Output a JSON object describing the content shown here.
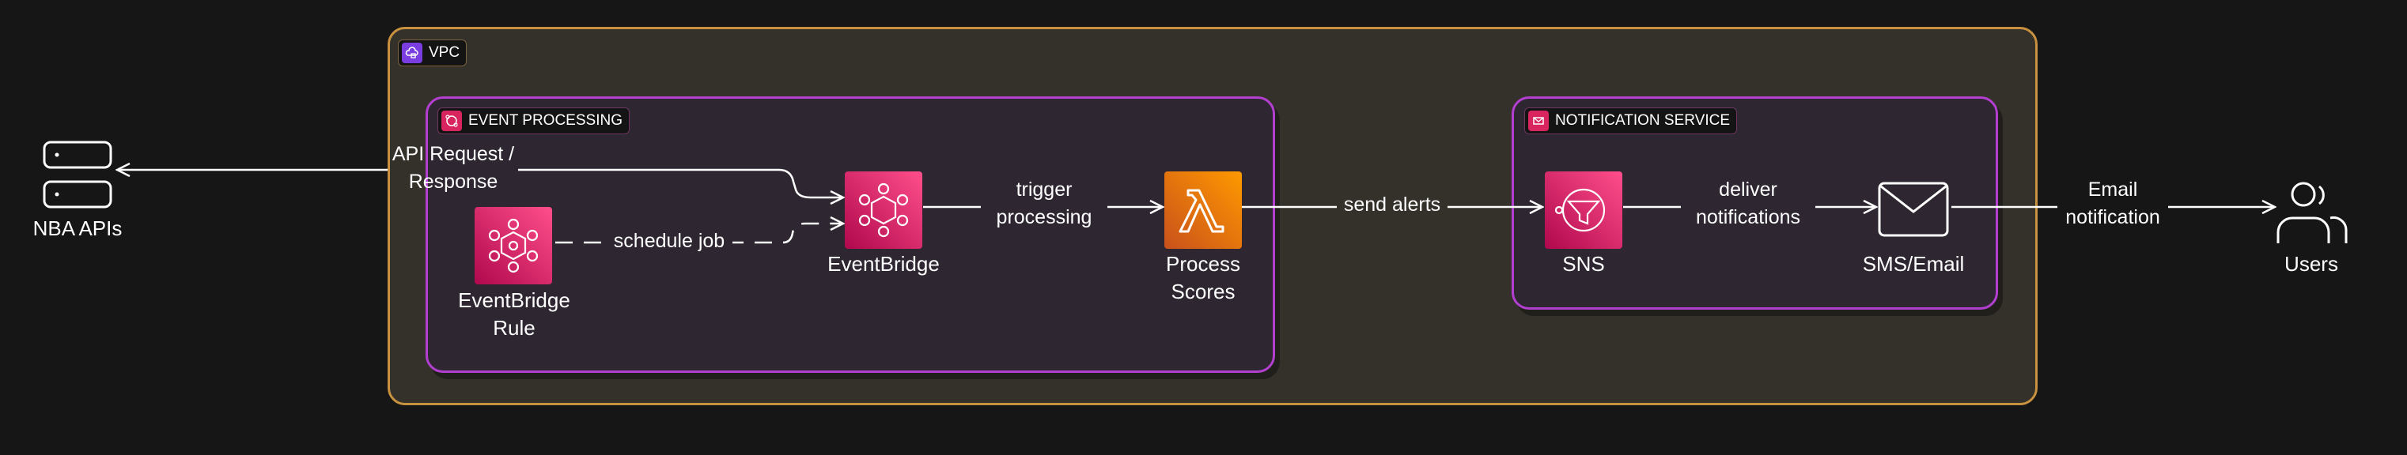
{
  "containers": {
    "vpc": "VPC",
    "event_processing": "EVENT PROCESSING",
    "notification_service": "NOTIFICATION SERVICE"
  },
  "nodes": {
    "nba_apis": "NBA APIs",
    "eventbridge_rule": "EventBridge\nRule",
    "eventbridge": "EventBridge",
    "process_scores": "Process\nScores",
    "sns": "SNS",
    "sms_email": "SMS/Email",
    "users": "Users"
  },
  "edges": {
    "api": "API Request /\nResponse",
    "schedule": "schedule job",
    "trigger": "trigger\nprocessing",
    "alerts": "send alerts",
    "deliver": "deliver\nnotifications",
    "email": "Email\nnotification"
  },
  "colors": {
    "vpc_border": "#c7913f",
    "group_border": "#b23fd0",
    "app_integration": "#e7157b",
    "compute": "#ed7100"
  }
}
